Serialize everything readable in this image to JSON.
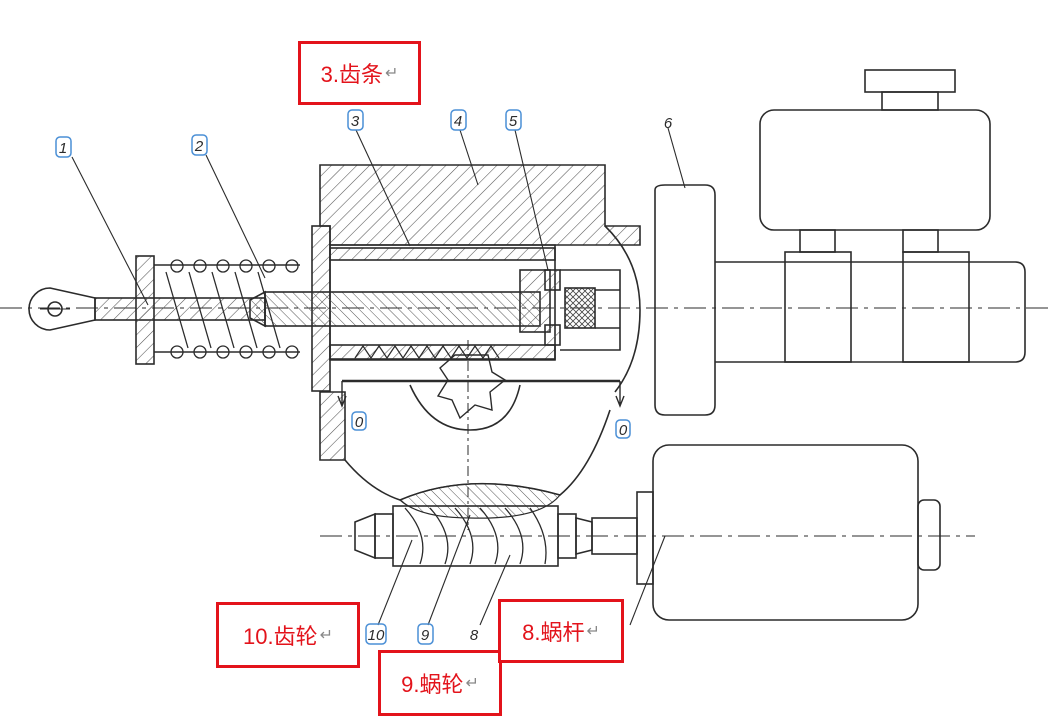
{
  "labels": {
    "callout_rack": "3.齿条",
    "callout_gear": "10.齿轮",
    "callout_wormwheel": "9.蜗轮",
    "callout_worm": "8.蜗杆",
    "return_mark": "↵",
    "part_1": "1",
    "part_2": "2",
    "part_3": "3",
    "part_4": "4",
    "part_5": "5",
    "part_6": "6",
    "part_8": "8",
    "part_9": "9",
    "part_10": "10",
    "section_mark_left": "0",
    "section_mark_right": "0"
  },
  "colors": {
    "line": "#2b2b2b",
    "hatch": "#555555",
    "callout_border": "#e3131b",
    "callout_text": "#e3131b",
    "number_circle": "#4a8fd6"
  }
}
